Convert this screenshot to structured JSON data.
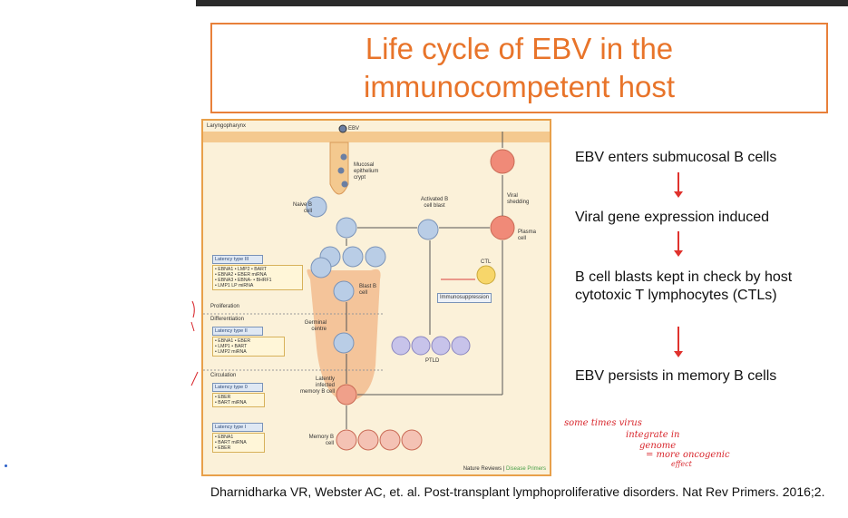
{
  "slide": {
    "title_line1": "Life cycle of EBV in the",
    "title_line2": "immunocompetent host"
  },
  "figure": {
    "labels": {
      "laryngopharynx": "Laryngopharynx",
      "ebv": "EBV",
      "mucosal": "Mucosal epithelium crypt",
      "naive": "Naive B cell",
      "activated": "Activated B cell blast",
      "viral_shedding": "Viral shedding",
      "plasma": "Plasma cell",
      "ctl": "CTL",
      "immunosuppression": "Immunosuppression",
      "blast": "Blast B cell",
      "germinal": "Germinal centre",
      "ptld": "PTLD",
      "latently": "Latently infected memory B cell",
      "memory": "Memory B cell",
      "proliferation": "Proliferation",
      "differentiation": "Differentiation",
      "circulation": "Circulation"
    },
    "latency_types": [
      {
        "name": "Latency type III",
        "genes": [
          "• EBNA1  • LMP2  • BART",
          "• EBNA2  • EBER     miRNA",
          "• EBNA3  • EBNA-  • BHRF1",
          "• LMP1      LP        miRNA"
        ]
      },
      {
        "name": "Latency type II",
        "genes": [
          "• EBNA1  • EBER",
          "• LMP1   • BART",
          "• LMP2      miRNA"
        ]
      },
      {
        "name": "Latency type 0",
        "genes": [
          "• EBER",
          "• BART miRNA"
        ]
      },
      {
        "name": "Latency type I",
        "genes": [
          "• EBNA1",
          "• BART miRNA",
          "• EBER"
        ]
      }
    ],
    "credit": "Nature Reviews",
    "credit_sep": " | ",
    "credit_highlight": "Disease Primers"
  },
  "flow": {
    "steps": [
      "EBV enters submucosal B cells",
      "Viral gene expression induced",
      "B cell blasts kept in check by host cytotoxic T lymphocytes (CTLs)",
      "EBV persists in memory B cells"
    ]
  },
  "annotation": {
    "line1": "some times   virus",
    "line2": "integrate in",
    "line3": "genome",
    "line4": "= more oncogenic",
    "line5": "effect"
  },
  "citation": "Dharnidharka VR, Webster AC, et. al. Post-transplant lymphoproliferative disorders. Nat Rev Primers. 2016;2.",
  "colors": {
    "title": "#e8742a",
    "arrow": "#e0322d",
    "figure_bg": "#fbf1d9",
    "annotation": "#d8262c"
  }
}
